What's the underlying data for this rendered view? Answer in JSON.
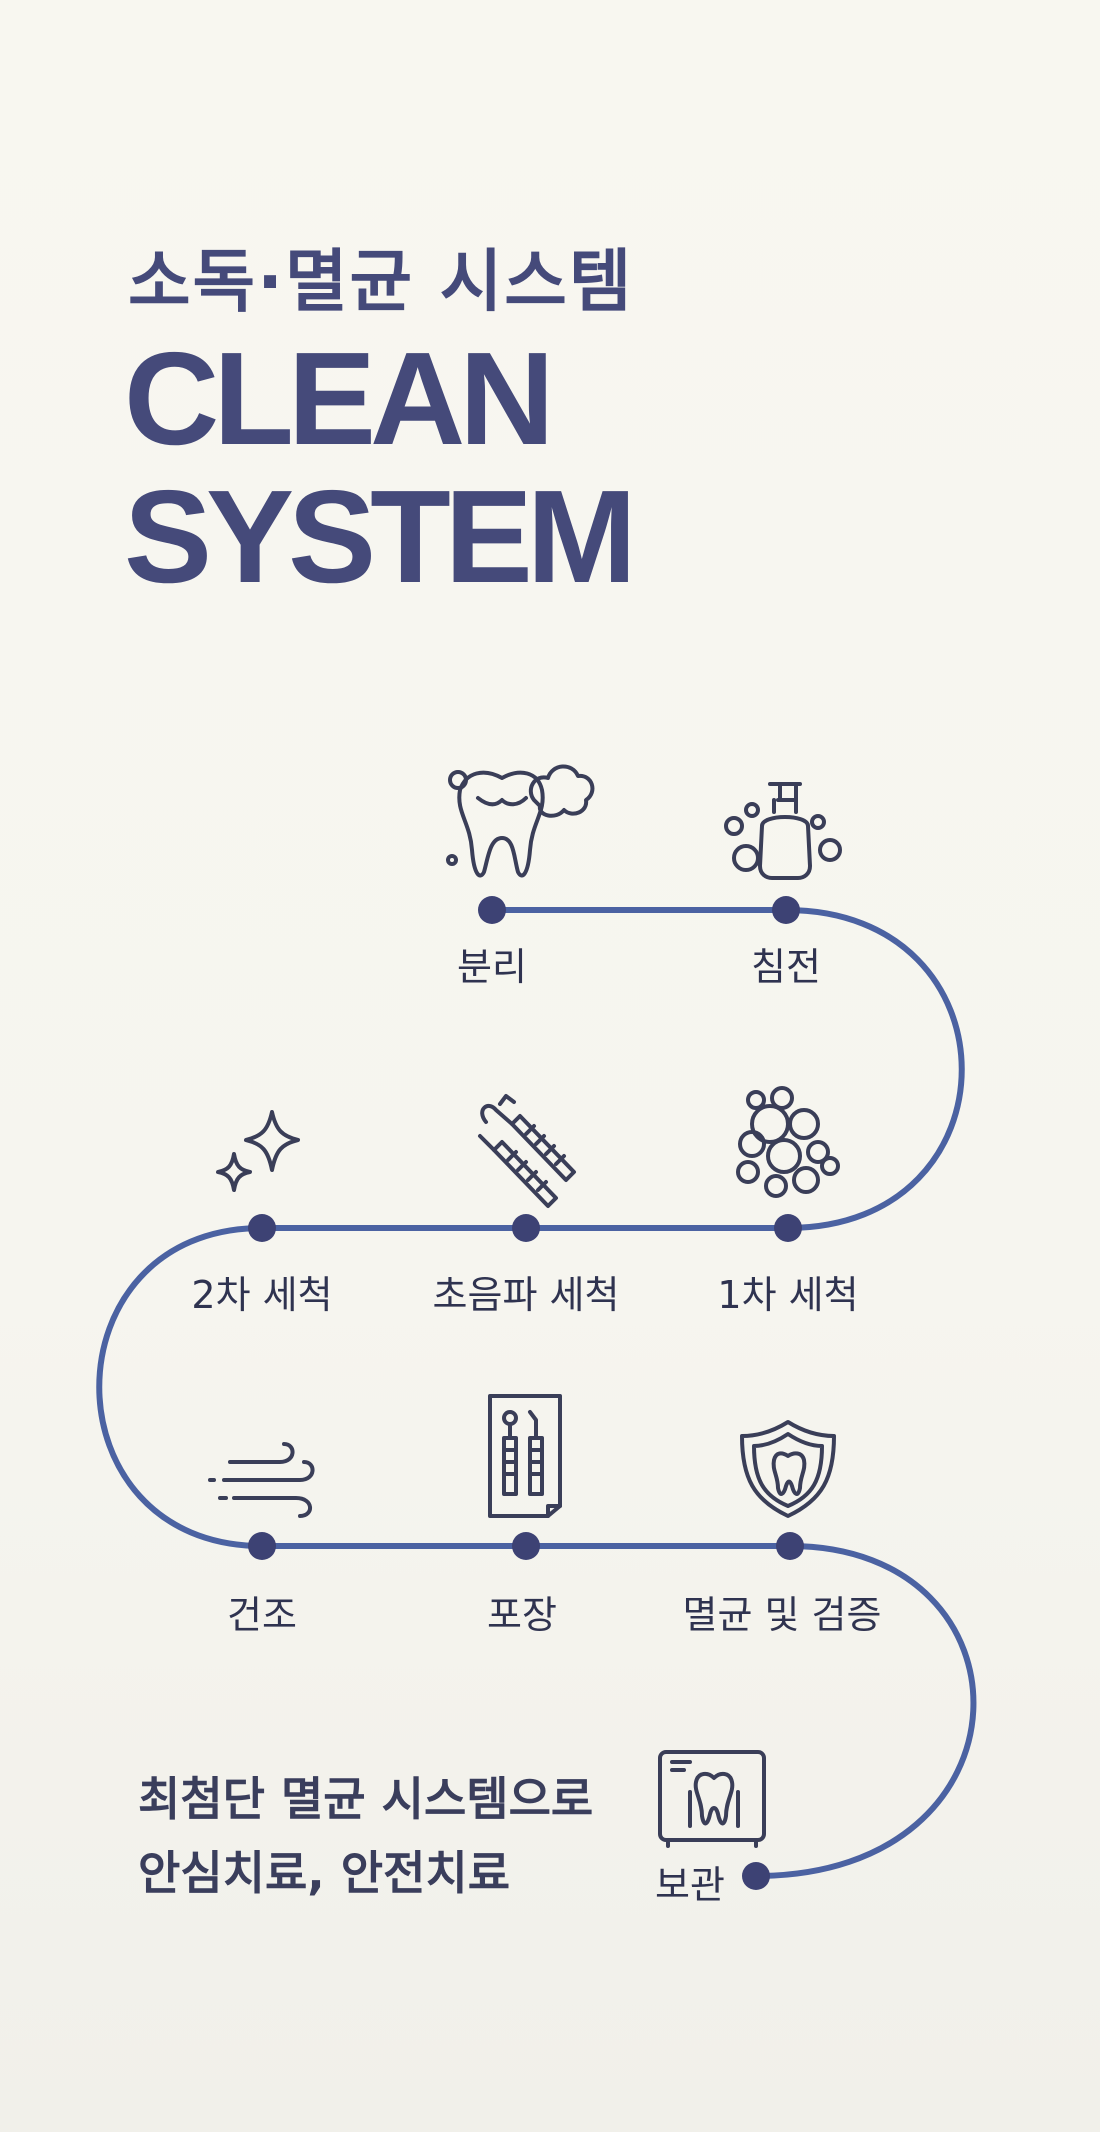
{
  "header": {
    "subtitle": "소독·멸균 시스템",
    "title_line1": "CLEAN",
    "title_line2": "SYSTEM"
  },
  "steps": [
    {
      "label": "분리",
      "icon": "tooth-bubbles-icon"
    },
    {
      "label": "침전",
      "icon": "soap-dispenser-icon"
    },
    {
      "label": "1차 세척",
      "icon": "foam-bubbles-icon"
    },
    {
      "label": "초음파 세척",
      "icon": "dental-tools-icon"
    },
    {
      "label": "2차 세척",
      "icon": "sparkle-icon"
    },
    {
      "label": "건조",
      "icon": "wind-icon"
    },
    {
      "label": "포장",
      "icon": "sterile-pouch-icon"
    },
    {
      "label": "멸균 및 검증",
      "icon": "shield-tooth-icon"
    },
    {
      "label": "보관",
      "icon": "storage-cabinet-icon"
    }
  ],
  "tagline": {
    "line1": "최첨단 멸균 시스템으로",
    "line2": "안심치료, 안전치료"
  },
  "colors": {
    "line": "#4b62a2",
    "node": "#3d4274",
    "title": "#454a7a",
    "icon": "#3a3e58"
  }
}
